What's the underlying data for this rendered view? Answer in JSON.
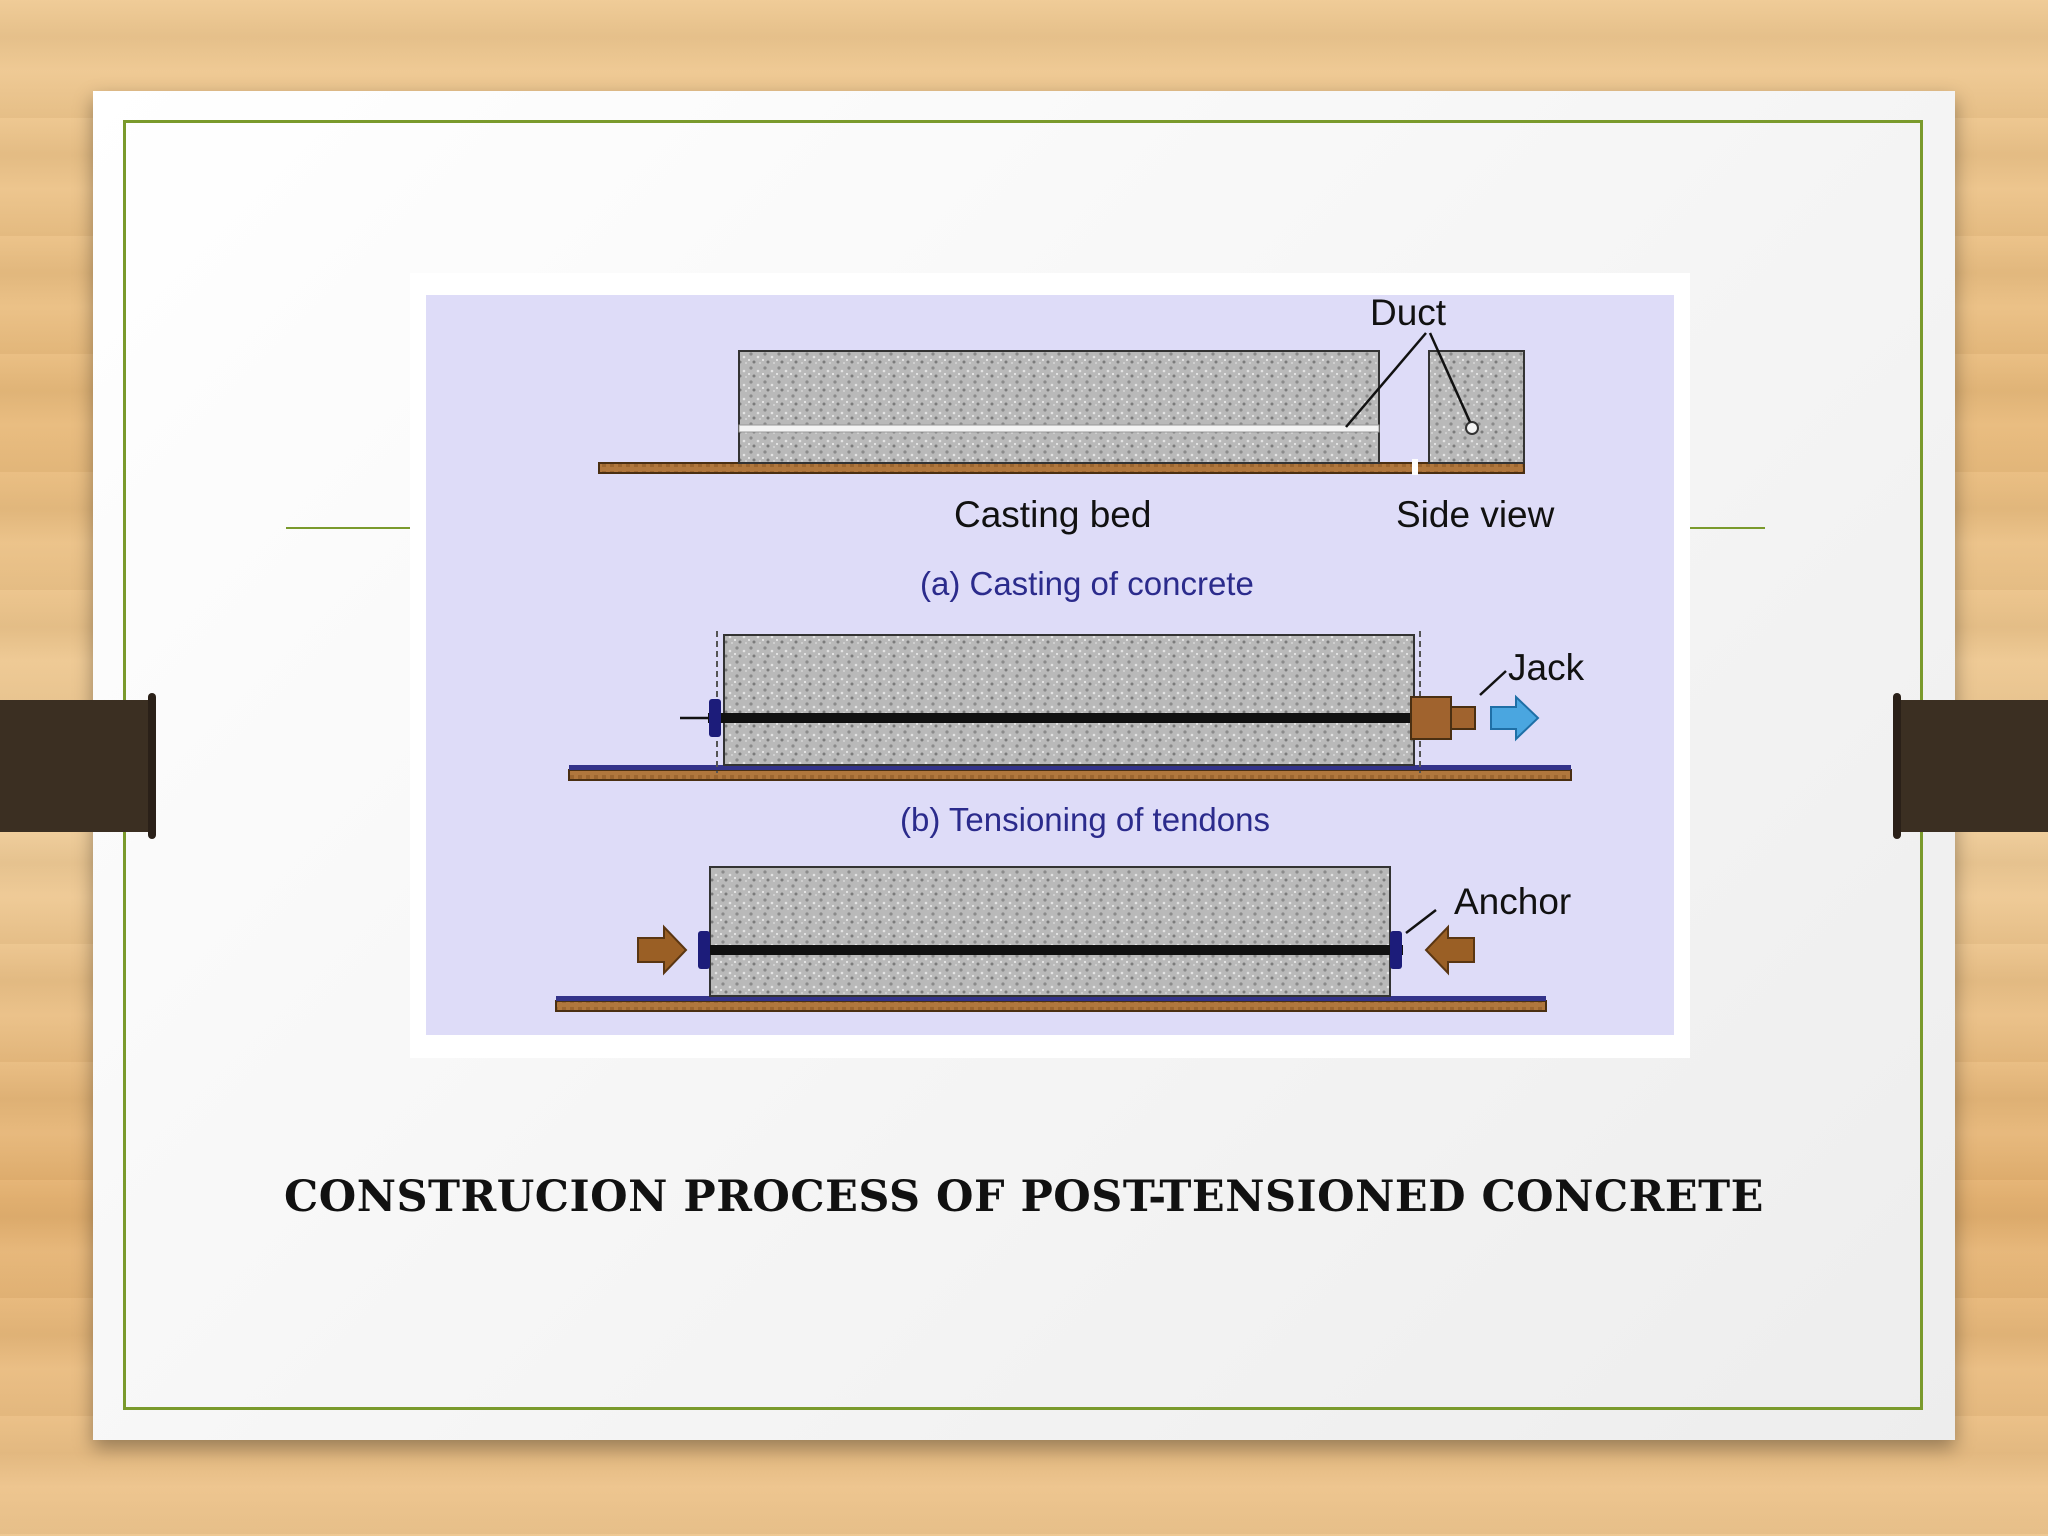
{
  "slide": {
    "caption": "CONSTRUCION PROCESS OF POST-TENSIONED CONCRETE"
  },
  "diagram": {
    "labels": {
      "duct": "Duct",
      "casting_bed": "Casting bed",
      "side_view": "Side view",
      "jack": "Jack",
      "anchor": "Anchor"
    },
    "stages": [
      {
        "caption": "(a) Casting of concrete"
      },
      {
        "caption": "(b) Tensioning of tendons"
      }
    ]
  },
  "colors": {
    "accent_green": "#7a9a2c",
    "diagram_bg": "#dedcf8",
    "concrete": "#b9b9b9",
    "casting_bed": "#b0773d",
    "tendon": "#111111",
    "anchor": "#1c1c7a",
    "jack": "#a0632e",
    "pull_arrow": "#4aa6e0",
    "force_arrow": "#9a5f25",
    "stage_caption": "#2b2b8c"
  }
}
